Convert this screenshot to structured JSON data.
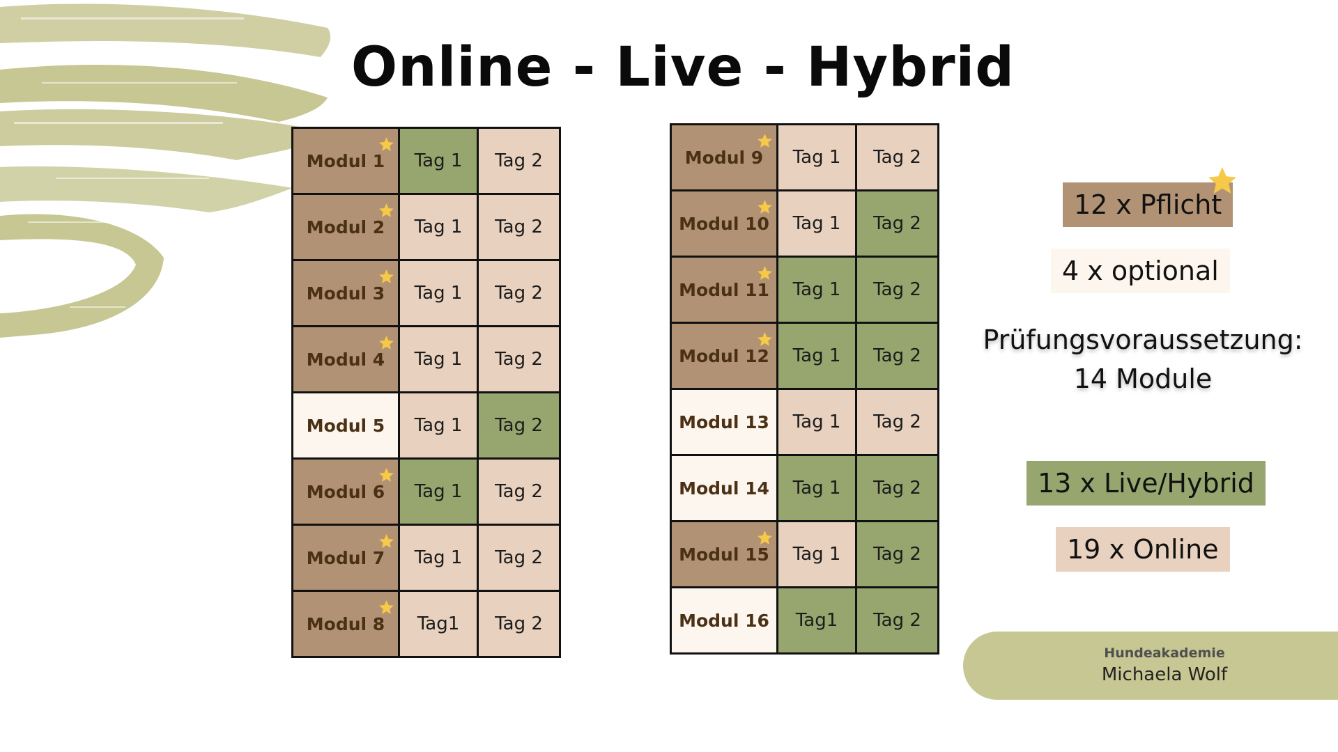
{
  "title": "Online - Live - Hybrid",
  "colors": {
    "pflicht": "#b29274",
    "optional": "#fdf6ee",
    "online": "#e8d1bf",
    "live_hybrid": "#97a66e",
    "star": "#f7c948",
    "brush": "#c7c793"
  },
  "left_table": [
    {
      "module": "Modul 1",
      "pflicht": true,
      "day1": {
        "label": "Tag 1",
        "mode": "live"
      },
      "day2": {
        "label": "Tag 2",
        "mode": "online"
      }
    },
    {
      "module": "Modul 2",
      "pflicht": true,
      "day1": {
        "label": "Tag 1",
        "mode": "online"
      },
      "day2": {
        "label": "Tag 2",
        "mode": "online"
      }
    },
    {
      "module": "Modul 3",
      "pflicht": true,
      "day1": {
        "label": "Tag 1",
        "mode": "online"
      },
      "day2": {
        "label": "Tag 2",
        "mode": "online"
      }
    },
    {
      "module": "Modul 4",
      "pflicht": true,
      "day1": {
        "label": "Tag 1",
        "mode": "online"
      },
      "day2": {
        "label": "Tag 2",
        "mode": "online"
      }
    },
    {
      "module": "Modul 5",
      "pflicht": false,
      "day1": {
        "label": "Tag 1",
        "mode": "online"
      },
      "day2": {
        "label": "Tag 2",
        "mode": "live"
      }
    },
    {
      "module": "Modul 6",
      "pflicht": true,
      "day1": {
        "label": "Tag 1",
        "mode": "live"
      },
      "day2": {
        "label": "Tag 2",
        "mode": "online"
      }
    },
    {
      "module": "Modul 7",
      "pflicht": true,
      "day1": {
        "label": "Tag 1",
        "mode": "online"
      },
      "day2": {
        "label": "Tag 2",
        "mode": "online"
      }
    },
    {
      "module": "Modul 8",
      "pflicht": true,
      "day1": {
        "label": "Tag1",
        "mode": "online"
      },
      "day2": {
        "label": "Tag 2",
        "mode": "online"
      }
    }
  ],
  "right_table": [
    {
      "module": "Modul 9",
      "pflicht": true,
      "day1": {
        "label": "Tag 1",
        "mode": "online"
      },
      "day2": {
        "label": "Tag 2",
        "mode": "online"
      }
    },
    {
      "module": "Modul 10",
      "pflicht": true,
      "day1": {
        "label": "Tag 1",
        "mode": "online"
      },
      "day2": {
        "label": "Tag 2",
        "mode": "live"
      }
    },
    {
      "module": "Modul 11",
      "pflicht": true,
      "day1": {
        "label": "Tag 1",
        "mode": "live"
      },
      "day2": {
        "label": "Tag 2",
        "mode": "live"
      }
    },
    {
      "module": "Modul 12",
      "pflicht": true,
      "day1": {
        "label": "Tag 1",
        "mode": "live"
      },
      "day2": {
        "label": "Tag 2",
        "mode": "live"
      }
    },
    {
      "module": "Modul 13",
      "pflicht": false,
      "day1": {
        "label": "Tag 1",
        "mode": "online"
      },
      "day2": {
        "label": "Tag 2",
        "mode": "online"
      }
    },
    {
      "module": "Modul 14",
      "pflicht": false,
      "day1": {
        "label": "Tag 1",
        "mode": "live"
      },
      "day2": {
        "label": "Tag 2",
        "mode": "live"
      }
    },
    {
      "module": "Modul 15",
      "pflicht": true,
      "day1": {
        "label": "Tag 1",
        "mode": "online"
      },
      "day2": {
        "label": "Tag 2",
        "mode": "live"
      }
    },
    {
      "module": "Modul 16",
      "pflicht": false,
      "day1": {
        "label": "Tag1",
        "mode": "live"
      },
      "day2": {
        "label": "Tag 2",
        "mode": "live"
      }
    }
  ],
  "legend": {
    "pflicht": "12 x Pflicht",
    "optional": "4 x optional",
    "requirement_line1": "Prüfungsvoraussetzung:",
    "requirement_line2": "14 Module",
    "live_hybrid": "13 x Live/Hybrid",
    "online": "19 x  Online"
  },
  "footer": {
    "org": "Hundeakademie",
    "name": "Michaela Wolf"
  }
}
